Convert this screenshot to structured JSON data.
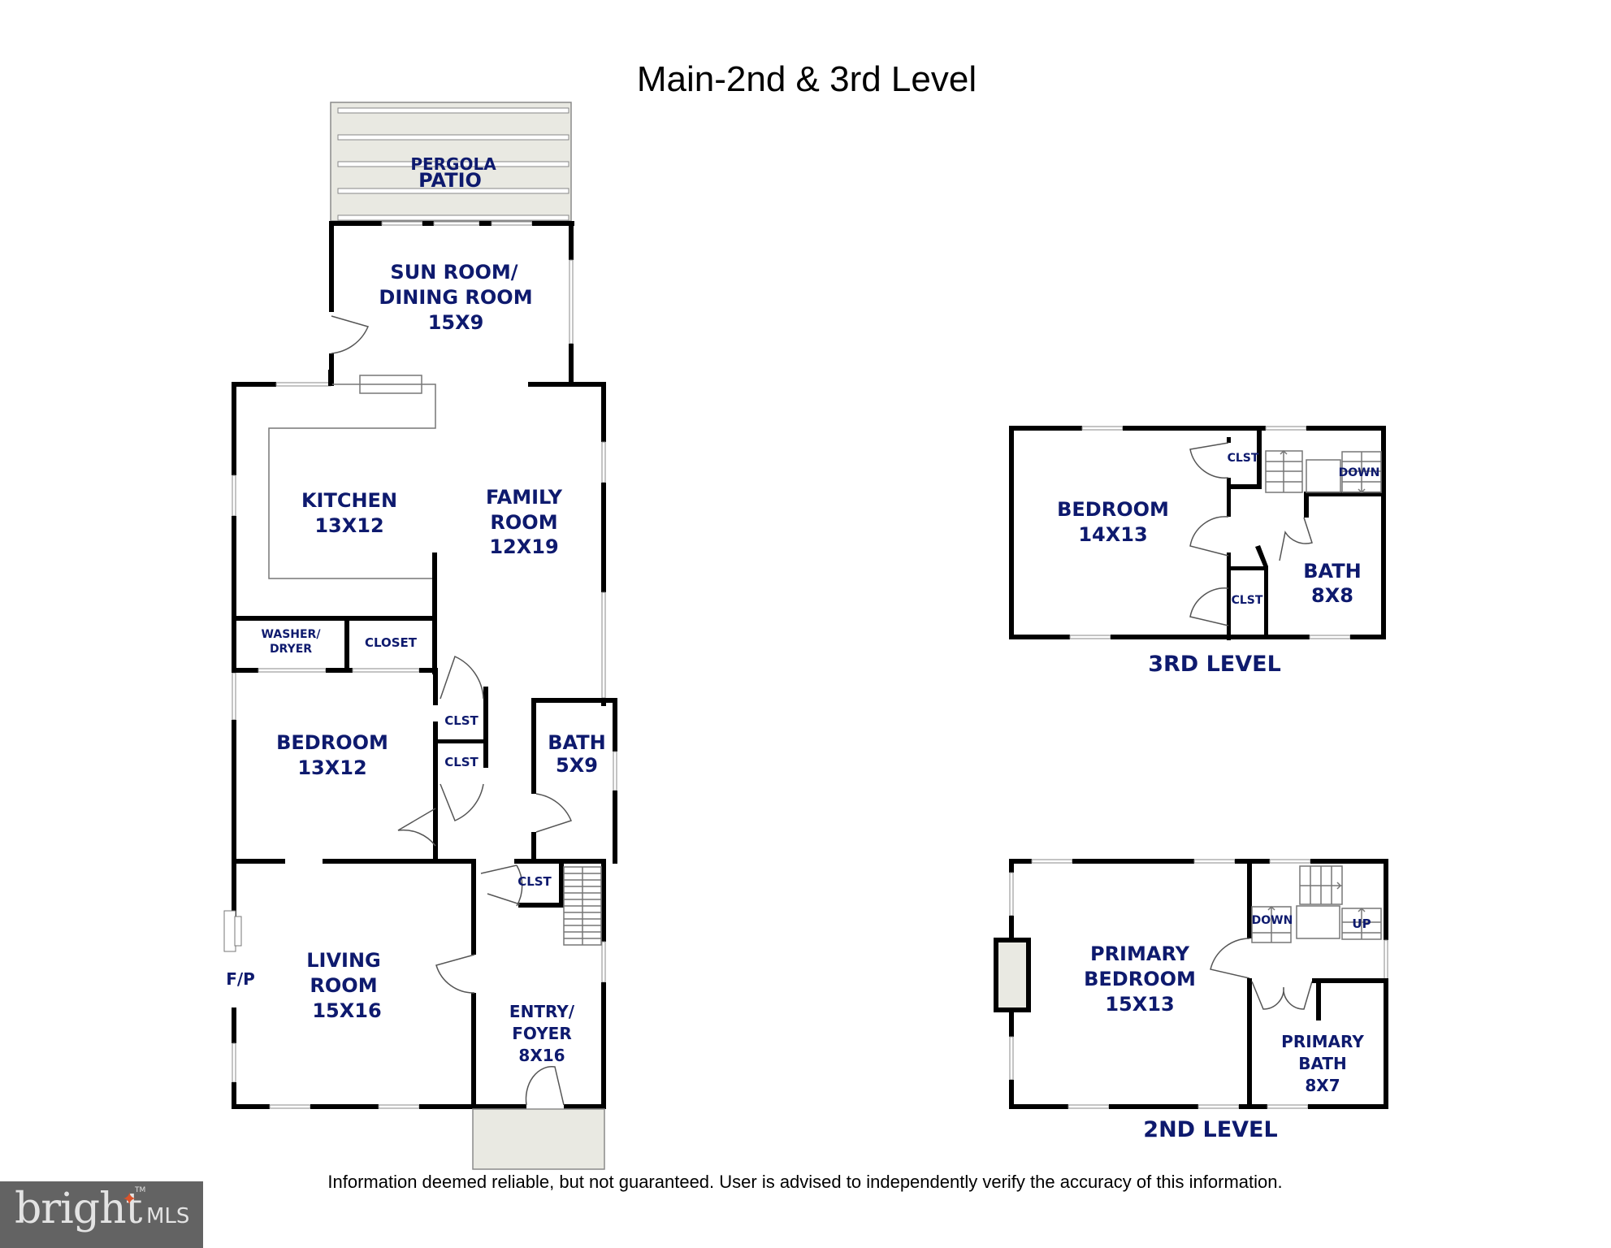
{
  "title": "Main-2nd & 3rd Level",
  "main_level": {
    "pergola": {
      "line1": "PERGOLA",
      "line2": "PATIO"
    },
    "sun_room": {
      "line1": "SUN ROOM/",
      "line2": "DINING ROOM",
      "size": "15X9"
    },
    "kitchen": {
      "line1": "KITCHEN",
      "size": "13X12"
    },
    "family_room": {
      "line1": "FAMILY",
      "line2": "ROOM",
      "size": "12X19"
    },
    "washer_dryer": {
      "line1": "WASHER/",
      "line2": "DRYER"
    },
    "closet": {
      "line1": "CLOSET"
    },
    "bedroom": {
      "line1": "BEDROOM",
      "size": "13X12"
    },
    "clst_upper": "CLST",
    "clst_lower": "CLST",
    "bath": {
      "line1": "BATH",
      "size": "5X9"
    },
    "clst_entry": "CLST",
    "living_room": {
      "line1": "LIVING",
      "line2": "ROOM",
      "size": "15X16"
    },
    "fireplace": "F/P",
    "entry": {
      "line1": "ENTRY/",
      "line2": "FOYER",
      "size": "8X16"
    }
  },
  "third_level": {
    "label": "3RD LEVEL",
    "bedroom": {
      "line1": "BEDROOM",
      "size": "14X13"
    },
    "clst_top": "CLST",
    "clst_bottom": "CLST",
    "stairs": "DOWN",
    "bath": {
      "line1": "BATH",
      "size": "8X8"
    }
  },
  "second_level": {
    "label": "2ND LEVEL",
    "primary_bedroom": {
      "line1": "PRIMARY",
      "line2": "BEDROOM",
      "size": "15X13"
    },
    "stairs_down": "DOWN",
    "stairs_up": "UP",
    "primary_bath": {
      "line1": "PRIMARY",
      "line2": "BATH",
      "size": "8X7"
    }
  },
  "disclaimer": "Information deemed reliable, but not guaranteed.  User is advised to independently verify the accuracy of this information.",
  "logo": {
    "brand": "bright",
    "suffix": "MLS",
    "tm": "TM"
  },
  "colors": {
    "label": "#0e1a6e",
    "wall": "#000000",
    "patio": "#e9e9e2",
    "logo_bg": "#636363",
    "logo_star": "#d9532b"
  }
}
